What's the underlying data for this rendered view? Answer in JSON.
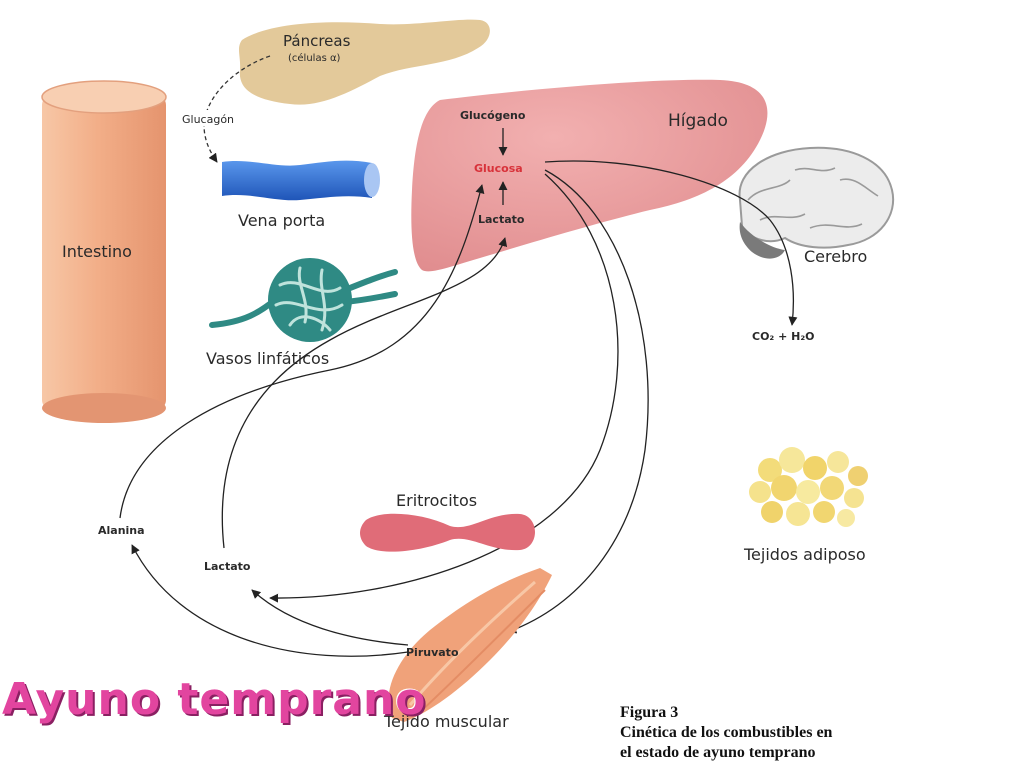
{
  "labels": {
    "pancreas": "Páncreas",
    "pancreas_cells": "(células α)",
    "glucagon": "Glucagón",
    "portal_vein": "Vena porta",
    "intestine": "Intestino",
    "lymphatics": "Vasos linfáticos",
    "liver": "Hígado",
    "glycogen": "Glucógeno",
    "glucose": "Glucosa",
    "liver_lactate": "Lactato",
    "brain": "Cerebro",
    "co2_h2o": "CO₂ + H₂O",
    "erythrocytes": "Eritrocitos",
    "adipose": "Tejidos adiposo",
    "alanine": "Alanina",
    "lactate": "Lactato",
    "pyruvate": "Piruvato",
    "muscle": "Tejido muscular"
  },
  "title": "Ayuno temprano",
  "caption": {
    "line1": "Figura 3",
    "line2": "Cinética de los combustibles en",
    "line3": "el estado de ayuno temprano"
  },
  "colors": {
    "title": "#e2459f",
    "liver": "#e9989a",
    "intestine": "#f2b08a",
    "pancreas": "#e3c99a",
    "vein": "#2f6fd0",
    "lymph": "#2f8a84",
    "erythrocyte": "#e06c78",
    "muscle": "#f0a27a",
    "glucose_label": "#d8323a"
  }
}
